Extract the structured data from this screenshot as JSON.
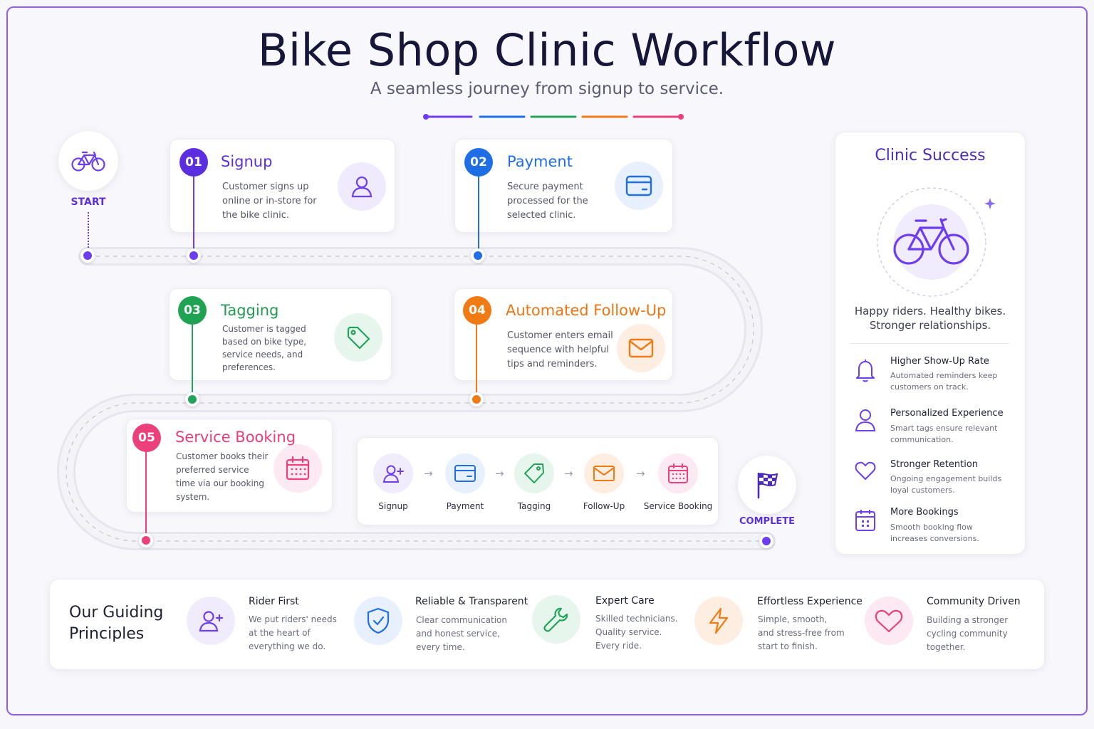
{
  "header": {
    "title": "Bike Shop Clinic Workflow",
    "subtitle": "A seamless journey from signup to service."
  },
  "colors": {
    "purple": "#6d3df0",
    "blue": "#1f6ee6",
    "green": "#22a35a",
    "orange": "#f07a14",
    "pink": "#ec407a"
  },
  "start_label": "START",
  "complete_label": "COMPLETE",
  "steps": [
    {
      "num": "01",
      "title": "Signup",
      "desc": [
        "Customer signs up",
        "online or in-store for",
        "the bike clinic."
      ],
      "icon": "user-icon"
    },
    {
      "num": "02",
      "title": "Payment",
      "desc": [
        "Secure payment",
        "processed for the",
        "selected clinic."
      ],
      "icon": "credit-card-icon"
    },
    {
      "num": "03",
      "title": "Tagging",
      "desc": [
        "Customer is tagged",
        "based on bike type,",
        "service needs, and",
        "preferences."
      ],
      "icon": "tag-icon"
    },
    {
      "num": "04",
      "title": "Automated Follow-Up",
      "desc": [
        "Customer enters email",
        "sequence with helpful",
        "tips and reminders."
      ],
      "icon": "mail-icon"
    },
    {
      "num": "05",
      "title": "Service Booking",
      "desc": [
        "Customer books their",
        "preferred service",
        "time via our booking",
        "system."
      ],
      "icon": "calendar-icon"
    }
  ],
  "mini_flow": [
    "Signup",
    "Payment",
    "Tagging",
    "Follow-Up",
    "Service Booking"
  ],
  "sidebar": {
    "title": "Clinic Success",
    "tagline": [
      "Happy riders. Healthy bikes.",
      "Stronger relationships."
    ],
    "benefits": [
      {
        "title": "Higher Show-Up Rate",
        "desc": [
          "Automated reminders keep",
          "customers on track."
        ],
        "icon": "bell-icon"
      },
      {
        "title": "Personalized Experience",
        "desc": [
          "Smart tags ensure relevant",
          "communication."
        ],
        "icon": "user-icon"
      },
      {
        "title": "Stronger Retention",
        "desc": [
          "Ongoing engagement builds",
          "loyal customers."
        ],
        "icon": "heart-icon"
      },
      {
        "title": "More Bookings",
        "desc": [
          "Smooth booking flow",
          "increases conversions."
        ],
        "icon": "calendar-icon"
      }
    ]
  },
  "principles": {
    "heading": [
      "Our Guiding",
      "Principles"
    ],
    "items": [
      {
        "title": "Rider First",
        "desc": [
          "We put riders' needs",
          "at the heart of",
          "everything we do."
        ],
        "icon": "user-plus-icon"
      },
      {
        "title": "Reliable & Transparent",
        "desc": [
          "Clear communication",
          "and honest service,",
          "every time."
        ],
        "icon": "shield-check-icon"
      },
      {
        "title": "Expert Care",
        "desc": [
          "Skilled technicians.",
          "Quality service.",
          "Every ride."
        ],
        "icon": "wrench-icon"
      },
      {
        "title": "Effortless Experience",
        "desc": [
          "Simple, smooth,",
          "and stress-free from",
          "start to finish."
        ],
        "icon": "lightning-icon"
      },
      {
        "title": "Community Driven",
        "desc": [
          "Building a stronger",
          "cycling community",
          "together."
        ],
        "icon": "heart-icon"
      }
    ]
  }
}
